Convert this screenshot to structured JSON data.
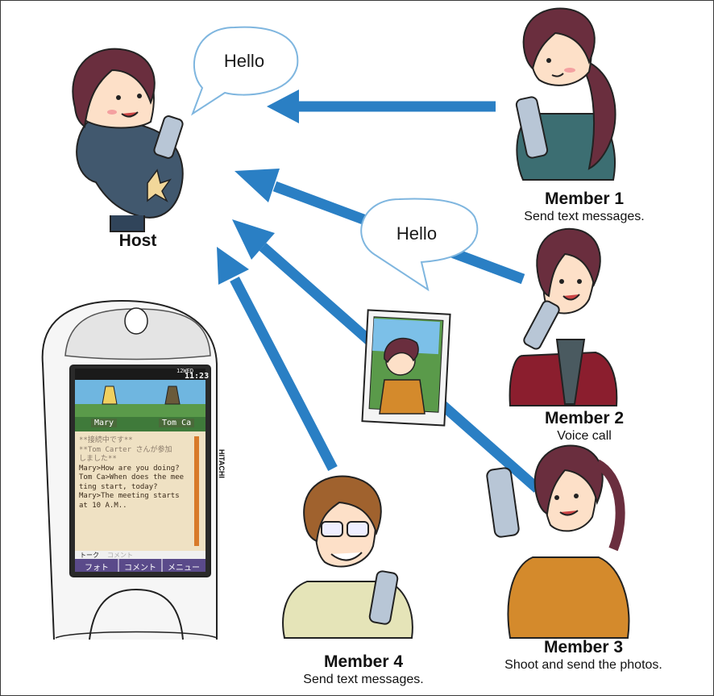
{
  "bubbles": {
    "host": "Hello",
    "member2": "Hello"
  },
  "host": {
    "title": "Host"
  },
  "members": [
    {
      "title": "Member 1",
      "desc": "Send text messages."
    },
    {
      "title": "Member 2",
      "desc": "Voice call"
    },
    {
      "title": "Member 3",
      "desc": "Shoot and send the photos."
    },
    {
      "title": "Member 4",
      "desc": "Send text messages."
    }
  ],
  "phone": {
    "brand": "HITACHI",
    "clock": "11:23",
    "date": "12WED",
    "avatars": [
      "Mary",
      "Tom Ca"
    ],
    "chat_lines": [
      "**接続中です**",
      "**Tom Carter さんが参加",
      "しました**",
      "Mary>How are you doing?",
      "Tom Ca>When does the mee",
      "ting start, today?",
      "Mary>The meeting starts",
      "at 10 A.M.."
    ],
    "tab_active": "トーク",
    "tab_inactive": "コメント",
    "softkeys": [
      "フォト",
      "コメント",
      "メニュー"
    ]
  },
  "colors": {
    "arrow": "#2a7fc4",
    "bubble_stroke": "#7fb6df",
    "softkey_bg": "#5a4a8a"
  }
}
